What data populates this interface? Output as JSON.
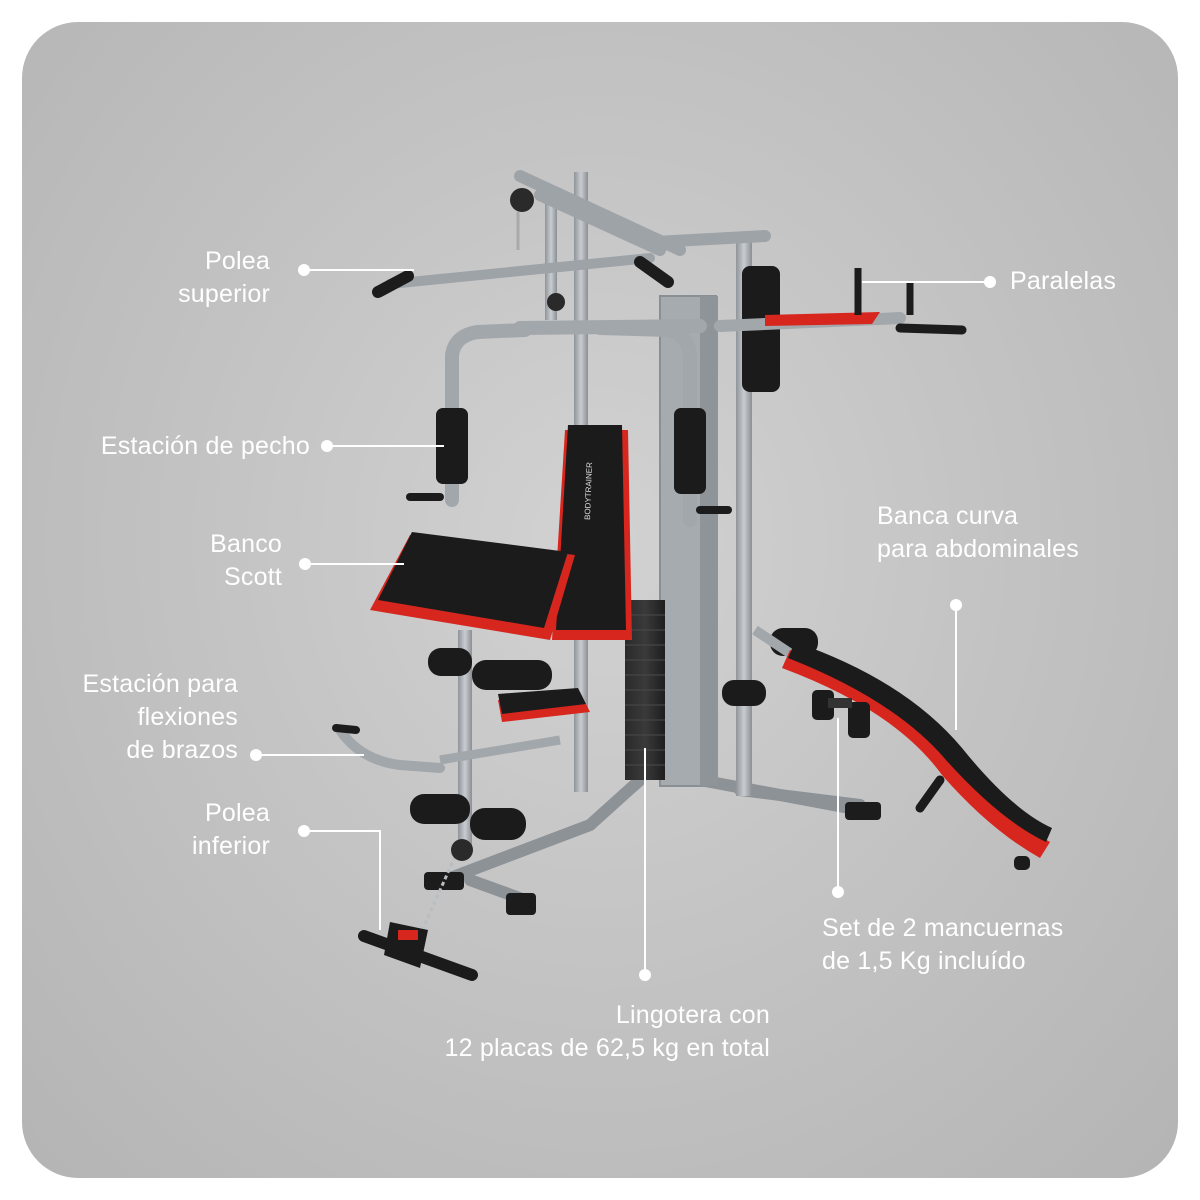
{
  "brand": "BODYTRAINER",
  "callouts": {
    "polea_superior": [
      "Polea",
      "superior"
    ],
    "estacion_pecho": [
      "Estación de pecho"
    ],
    "banco_scott": [
      "Banco",
      "Scott"
    ],
    "estacion_flexiones": [
      "Estación para",
      "flexiones",
      "de brazos"
    ],
    "polea_inferior": [
      "Polea",
      "inferior"
    ],
    "paralelas": [
      "Paralelas"
    ],
    "banca_curva": [
      "Banca curva",
      "para abdominales"
    ],
    "mancuernas": [
      "Set de 2 mancuernas",
      "de 1,5 Kg incluído"
    ],
    "lingotera": [
      "Lingotera con",
      "12 placas de 62,5 kg en total"
    ]
  },
  "colors": {
    "background_card": "#c4c4c4",
    "frame": "#9ea3a8",
    "pad_black": "#1b1b1b",
    "pad_red": "#d7261e",
    "text": "#ffffff"
  }
}
